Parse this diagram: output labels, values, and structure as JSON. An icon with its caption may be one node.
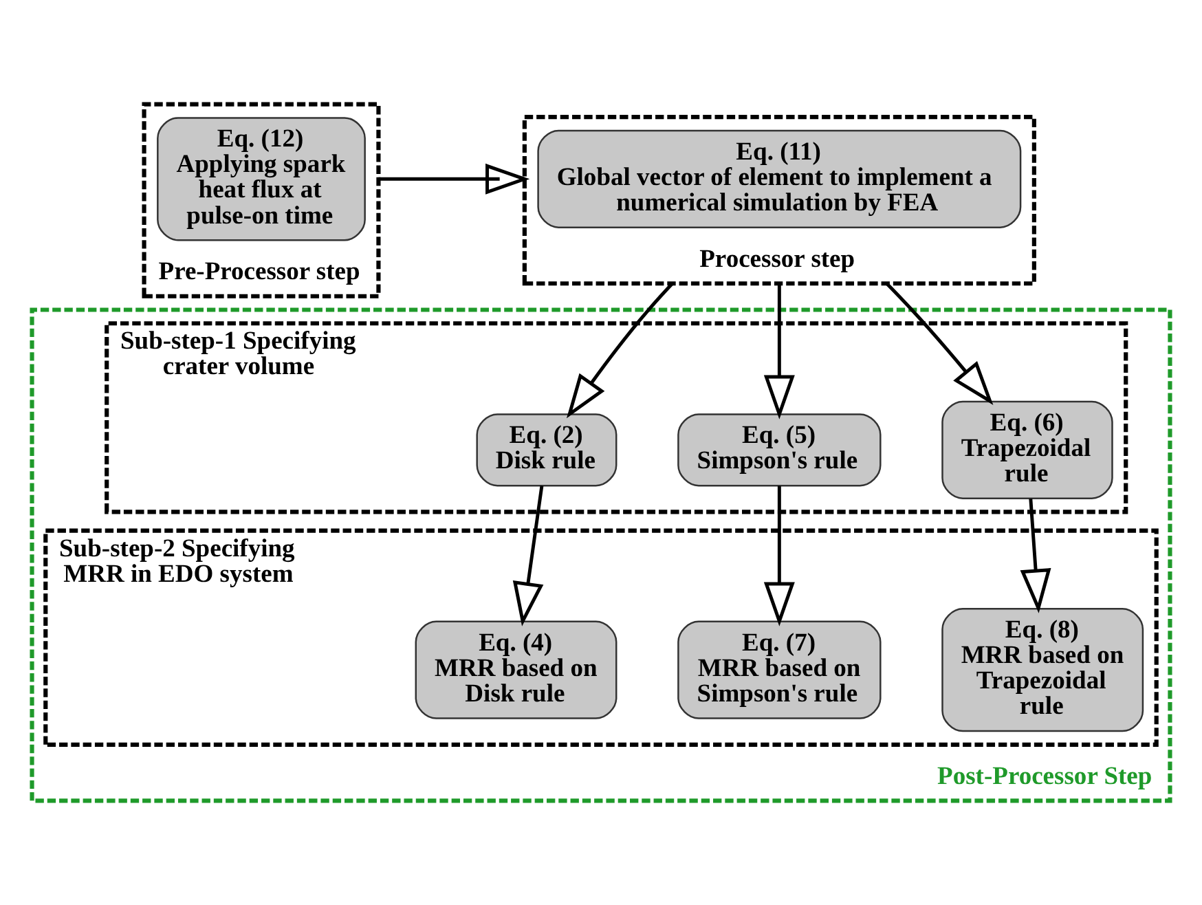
{
  "diagram": {
    "nodes": [
      {
        "text": [
          "Pre-Processor step"
        ]
      },
      {
        "text": [
          "Eq. (12)",
          "Applying spark heat flux at pulse-on time"
        ],
        "in": 0
      },
      {
        "text": [
          "Processor step"
        ]
      },
      {
        "text": [
          "Eq. (11)",
          "Global vector of element to implement a numerical simulation by FEA"
        ],
        "in": 2
      },
      {
        "text": [
          "Post-Processor Step"
        ]
      },
      {
        "text": [
          "Sub-step-1 Specifying crater volume"
        ],
        "in": 4
      },
      {
        "text": [
          "Eq. (2)",
          "Disk rule"
        ],
        "in": 5
      },
      {
        "text": [
          "Eq. (5)",
          "Simpson's rule"
        ],
        "in": 5
      },
      {
        "text": [
          "Eq. (6)",
          "Trapezoidal rule"
        ],
        "in": 5
      },
      {
        "text": [
          "Sub-step-2 Specifying MRR in EDO system"
        ],
        "in": 4
      },
      {
        "text": [
          "Eq. (4)",
          "MRR based on Disk rule"
        ],
        "in": 9
      },
      {
        "text": [
          "Eq. (7)",
          "MRR based on Simpson's rule"
        ],
        "in": 9
      },
      {
        "text": [
          "Eq. (8)",
          "MRR based on Trapezoidal rule"
        ],
        "in": 9
      }
    ],
    "edges": [
      {
        "from": 0,
        "to": 2,
        "arrow": "to"
      },
      {
        "from": 2,
        "to": 6,
        "arrow": "to"
      },
      {
        "from": 2,
        "to": 7,
        "arrow": "to"
      },
      {
        "from": 2,
        "to": 8,
        "arrow": "to"
      },
      {
        "from": 6,
        "to": 10,
        "arrow": "to"
      },
      {
        "from": 7,
        "to": 11,
        "arrow": "to"
      },
      {
        "from": 8,
        "to": 12,
        "arrow": "to"
      }
    ]
  }
}
